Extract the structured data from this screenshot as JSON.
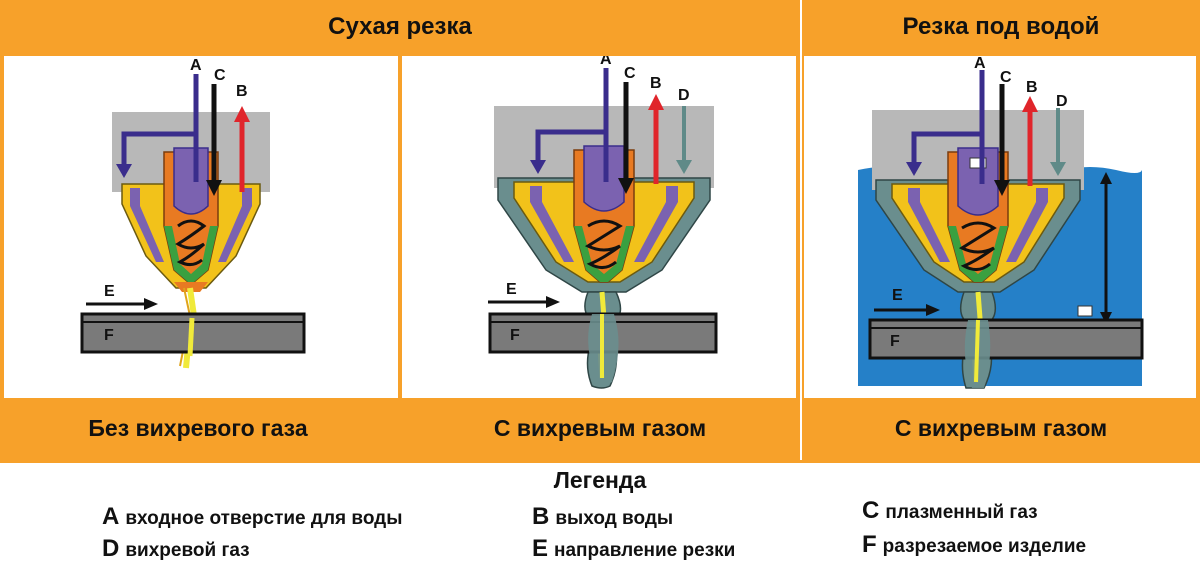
{
  "headers": {
    "dry": "Сухая резка",
    "underwater": "Резка под водой"
  },
  "footers": {
    "no_swirl": "Без вихревого газа",
    "swirl": "С вихревым газом",
    "swirl_underwater": "С вихревым газом"
  },
  "labels": {
    "a": "A",
    "b": "B",
    "c": "C",
    "d": "D",
    "e": "E",
    "f": "F"
  },
  "legend": {
    "title": "Легенда",
    "items": [
      {
        "key": "A",
        "text": "входное отверстие для воды"
      },
      {
        "key": "B",
        "text": "выход воды"
      },
      {
        "key": "C",
        "text": "плазменный газ"
      },
      {
        "key": "D",
        "text": "вихревой газ"
      },
      {
        "key": "E",
        "text": "направление резки"
      },
      {
        "key": "F",
        "text": "разрезаемое изделие"
      }
    ]
  },
  "colors": {
    "frame": "#f7a12a",
    "water": "#2580c8",
    "torch_body": "#b8b8b8",
    "nozzle": "#e87a22",
    "electrode": "#7b62b0",
    "outer_shield": "#f2c21a",
    "swirl_shield": "#6a8e8e",
    "inlet_arrow": "#3a2d8c",
    "outlet_arrow": "#e0252b",
    "plasma_arrow": "#111111",
    "swirl_arrow": "#5f8a88",
    "workpiece": "#7a7a7a",
    "arc": "#f0ea3a"
  }
}
